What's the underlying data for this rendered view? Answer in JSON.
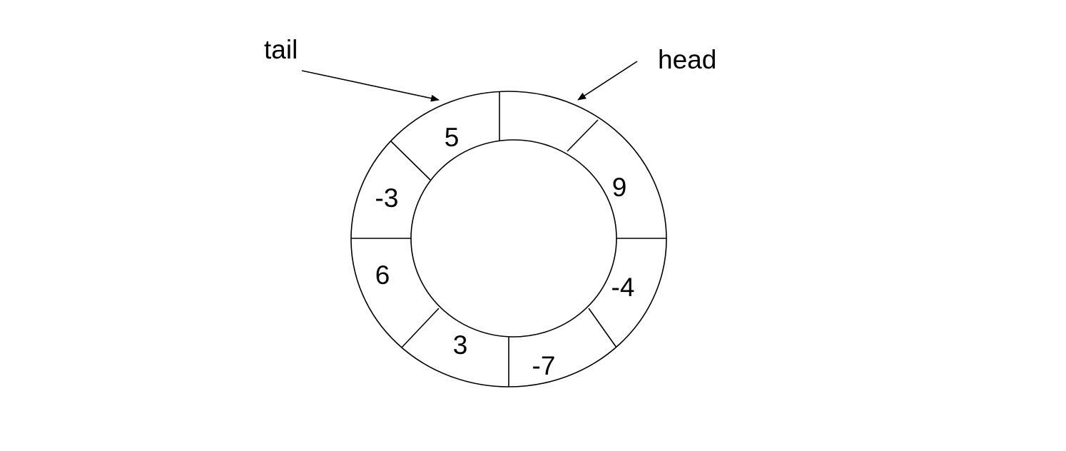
{
  "pointers": {
    "tail": "tail",
    "head": "head"
  },
  "buffer": {
    "cells": [
      {
        "position": "top-right",
        "value": ""
      },
      {
        "position": "right-upper",
        "value": "9"
      },
      {
        "position": "right-lower",
        "value": "-4"
      },
      {
        "position": "bottom-right",
        "value": "-7"
      },
      {
        "position": "bottom-left",
        "value": "3"
      },
      {
        "position": "left-lower",
        "value": "6"
      },
      {
        "position": "left-upper",
        "value": "-3"
      },
      {
        "position": "top-left",
        "value": "5"
      }
    ]
  },
  "colors": {
    "stroke": "#000000",
    "background": "#ffffff"
  }
}
